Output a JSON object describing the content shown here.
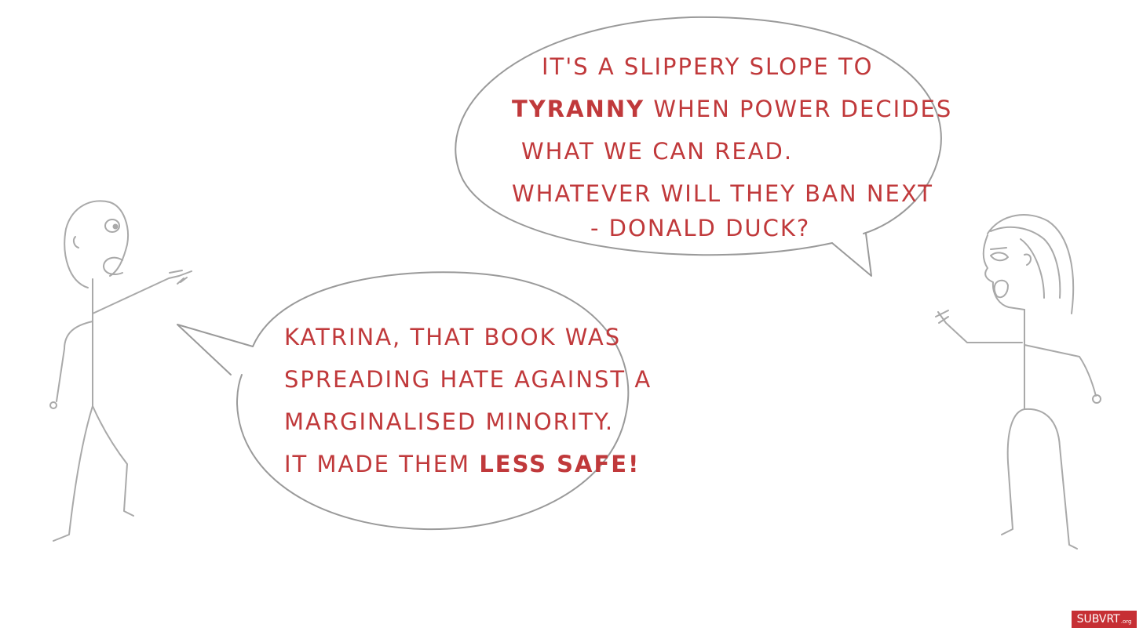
{
  "katrina_bubble": {
    "line1": "It's a slippery slope to",
    "line2_emphasis": "TYRANNY",
    "line2_rest": "when power decides",
    "line3": "what we can read.",
    "line4": "Whatever will they ban next",
    "line5": "- Donald Duck?"
  },
  "man_bubble": {
    "line1": "Katrina, that book was",
    "line2": "spreading hate against a",
    "line3": "marginalised minority.",
    "line4_start": "It made them",
    "line4_emphasis": "LESS SAFE!"
  },
  "logo": {
    "main": "SUBVRT",
    "suffix": ".org"
  },
  "colors": {
    "text": "#c0393b",
    "lines": "#a9a9a9",
    "logo_bg": "#c62f34"
  }
}
